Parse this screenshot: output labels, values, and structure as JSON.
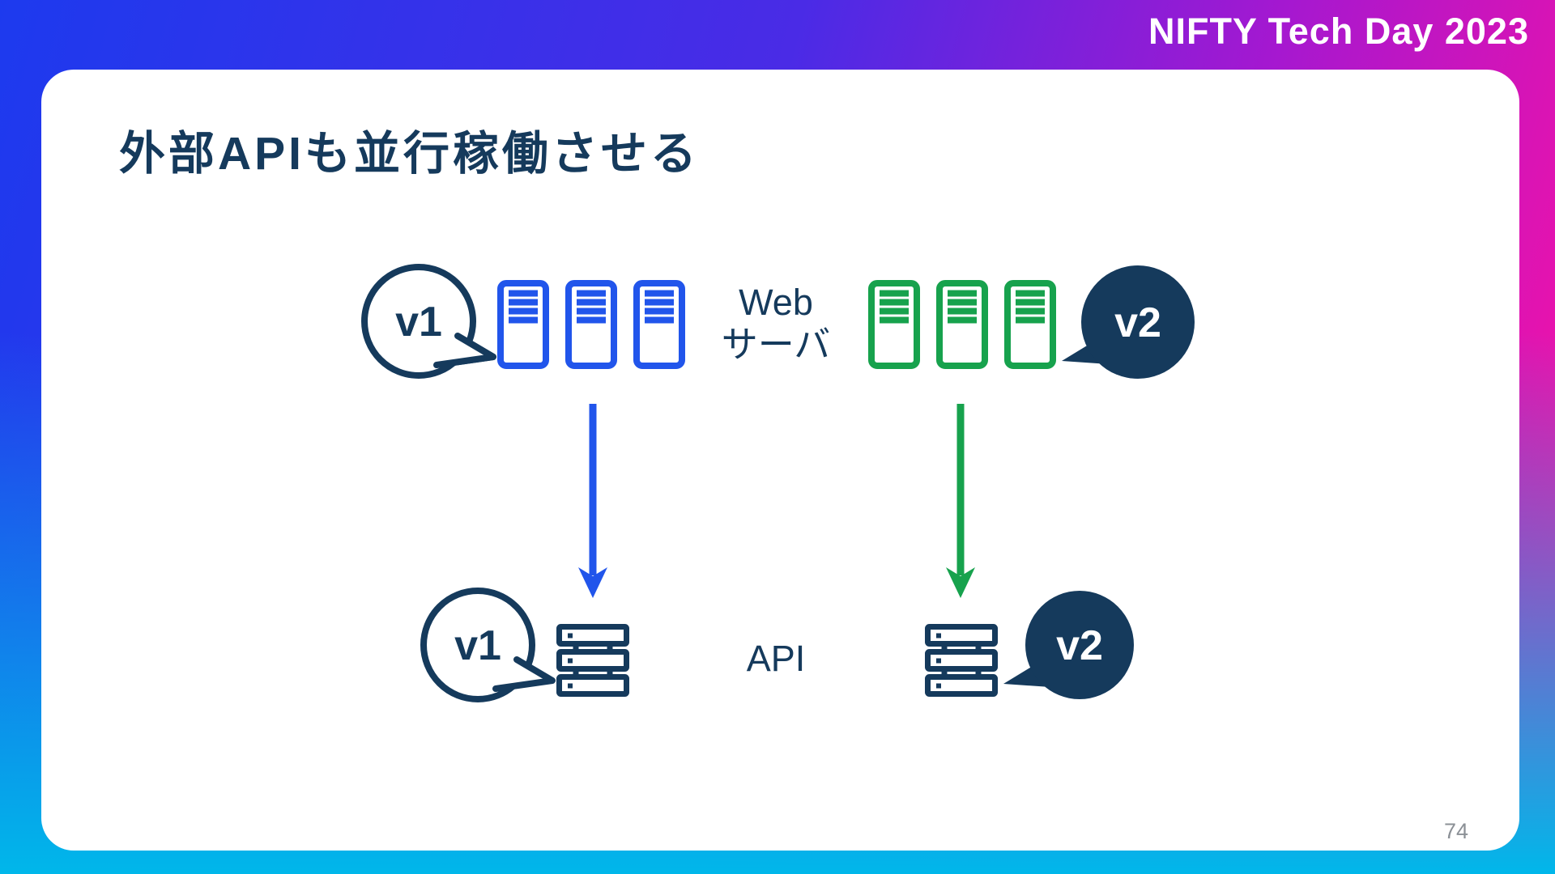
{
  "slide": {
    "logo": "NIFTY Tech Day 2023",
    "title": "外部APIも並行稼働させる",
    "page_number": "74"
  },
  "colors": {
    "background_blue": "#1D3AEE",
    "background_magenta": "#F112A8",
    "background_cyan": "#00B7EA",
    "navy": "#153A5C",
    "v1_blue": "#2155EB",
    "v2_green": "#17A24D",
    "page_number_gray": "#8B9096"
  },
  "diagram": {
    "web_tier": {
      "label_line1": "Web",
      "label_line2": "サーバ",
      "v1_badge": "v1",
      "v2_badge": "v2",
      "v1_server_count": 3,
      "v2_server_count": 3
    },
    "api_tier": {
      "label": "API",
      "v1_badge": "v1",
      "v2_badge": "v2"
    }
  }
}
